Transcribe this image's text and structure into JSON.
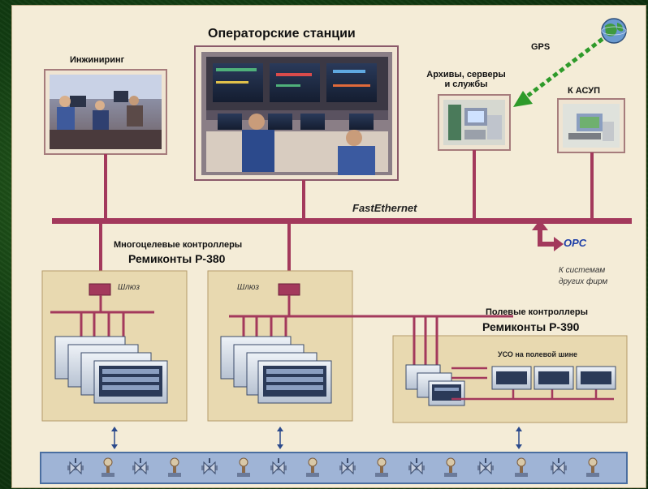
{
  "labels": {
    "operator_stations": "Операторские станции",
    "engineering": "Инжиниринг",
    "archives_line1": "Архивы, серверы",
    "archives_line2": "и службы",
    "k_asup": "К АСУП",
    "gps": "GPS",
    "fast_ethernet": "FastEthernet",
    "opc": "OPC",
    "opc_sub_line1": "К системам",
    "opc_sub_line2": "других фирм",
    "multi_ctrl_line1": "Многоцелевые контроллеры",
    "multi_ctrl_line2": "Ремиконты Р-380",
    "gateway_1": "Шлюз",
    "gateway_2": "Шлюз",
    "field_ctrl_line1": "Полевые контроллеры",
    "field_ctrl_line2": "Ремиконты Р-390",
    "uso": "УСО на полевой шине"
  },
  "colors": {
    "bus": "#a3395c",
    "panel": "#f4ecd7",
    "box": "#e8d9b0",
    "gps_arrow": "#2e9a2a",
    "opc_arrow": "#a3395c",
    "opc_text": "#1e3fa8",
    "field_strip": "#9fb4d6"
  },
  "icons": [
    "globe-icon",
    "valve-icon",
    "actuator-icon",
    "controller-rack-icon",
    "uso-module-icon"
  ]
}
